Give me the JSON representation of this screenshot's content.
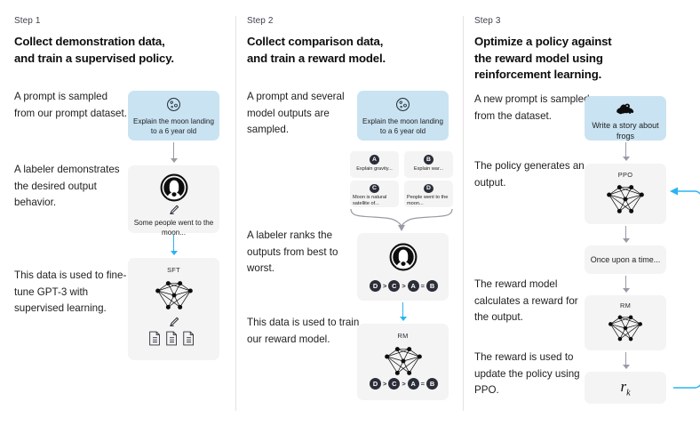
{
  "meta": {
    "accent_blue": "#2bb3f3",
    "prompt_box_blue": "#c9e3f2",
    "box_grey": "#f4f4f4",
    "arrow_grey": "#9a9aa6"
  },
  "columns": [
    {
      "step_label": "Step 1",
      "title_line1": "Collect demonstration data,",
      "title_line2": "and train a supervised policy.",
      "paragraphs": [
        "A prompt is sampled from our prompt dataset.",
        "A labeler demonstrates the desired output behavior.",
        "This data is used to fine-tune GPT-3 with supervised learning."
      ],
      "prompt_box": {
        "icon": "moon-icon",
        "caption": "Explain the moon landing to a 6 year old"
      },
      "labeler_box": {
        "icon": "labeler-avatar-icon",
        "pencil": "pencil-icon",
        "caption": "Some people went to the moon..."
      },
      "model_box": {
        "tag": "SFT",
        "icon": "neural-network-icon",
        "pencil": "pencil-icon",
        "docs": "documents-icon"
      }
    },
    {
      "step_label": "Step 2",
      "title_line1": "Collect comparison data,",
      "title_line2": "and train a reward model.",
      "paragraphs": [
        "A prompt and several model outputs are sampled.",
        "A labeler ranks the outputs from best to worst.",
        "This data is used to train our reward model."
      ],
      "prompt_box": {
        "icon": "moon-icon",
        "caption": "Explain the moon landing to a 6 year old"
      },
      "options": [
        {
          "letter": "A",
          "text": "Explain gravity..."
        },
        {
          "letter": "B",
          "text": "Explain war..."
        },
        {
          "letter": "C",
          "text": "Moon is natural satellite of..."
        },
        {
          "letter": "D",
          "text": "People went to the moon..."
        }
      ],
      "ranking_box": {
        "icon": "labeler-avatar-icon",
        "ranking": [
          "D",
          ">",
          "C",
          ">",
          "A",
          "=",
          "B"
        ]
      },
      "reward_box": {
        "tag": "RM",
        "icon": "neural-network-icon",
        "ranking": [
          "D",
          ">",
          "C",
          ">",
          "A",
          "=",
          "B"
        ]
      }
    },
    {
      "step_label": "Step 3",
      "title_line1": "Optimize a policy against",
      "title_line2": "the reward model using",
      "title_line3": "reinforcement learning.",
      "paragraphs": [
        "A new prompt is sampled from the dataset.",
        "The policy generates an output.",
        "The reward model calculates a reward for the output.",
        "The reward is used to update the policy using PPO."
      ],
      "prompt_box": {
        "icon": "frog-icon",
        "caption": "Write a story about frogs"
      },
      "ppo_box": {
        "tag": "PPO",
        "icon": "neural-network-icon"
      },
      "output_box": {
        "caption": "Once upon a time..."
      },
      "rm_box": {
        "tag": "RM",
        "icon": "neural-network-icon"
      },
      "reward_box": {
        "value": "r",
        "subscript": "k"
      }
    }
  ]
}
